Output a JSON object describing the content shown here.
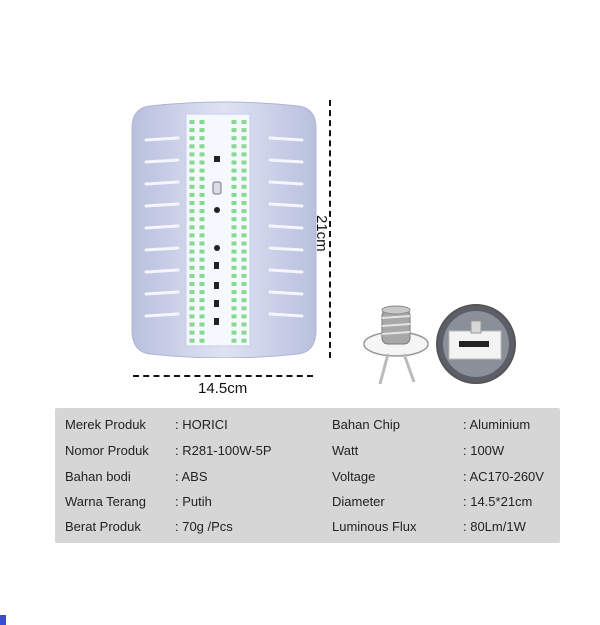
{
  "dimensions": {
    "width_label": "14.5cm",
    "height_label": "21cm"
  },
  "specs": [
    {
      "label": "Merek Produk",
      "value": ": HORICI"
    },
    {
      "label": "Nomor Produk",
      "value": ": R281-100W-5P"
    },
    {
      "label": "Bahan bodi",
      "value": ": ABS"
    },
    {
      "label": "Warna Terang",
      "value": ": Putih"
    },
    {
      "label": "Berat Produk",
      "value": ": 70g /Pcs"
    },
    {
      "label": "Bahan Chip",
      "value": ": Aluminium"
    },
    {
      "label": "Watt",
      "value": ": 100W"
    },
    {
      "label": "Voltage",
      "value": ": AC170-260V"
    },
    {
      "label": "Diameter",
      "value": ": 14.5*21cm"
    },
    {
      "label": "Luminous Flux",
      "value": ": 80Lm/1W"
    }
  ],
  "colors": {
    "table_bg": "#d6d6d6",
    "lamp_body": "#c9cfe8",
    "led": "#f2f6ff"
  }
}
